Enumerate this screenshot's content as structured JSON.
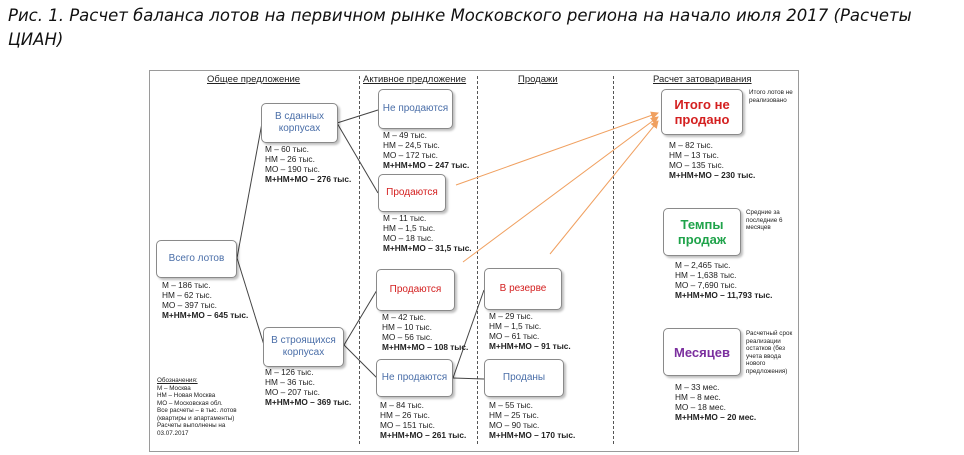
{
  "caption": "Рис. 1. Расчет баланса лотов на первичном рынке Московского региона на начало июля 2017 (Расчеты ЦИАН)",
  "headers": {
    "offer": "Общее предложение",
    "active": "Активное предложение",
    "sales": "Продажи",
    "overstock": "Расчет затоваривания"
  },
  "boxes": {
    "total": "Всего лотов",
    "built": "В сданных корпусах",
    "construction": "В строящихся корпусах",
    "built_not_selling": "Не продаются",
    "built_selling": "Продаются",
    "constr_selling": "Продаются",
    "constr_not_selling": "Не продаются",
    "reserve": "В резерве",
    "sold": "Проданы",
    "unsold": "Итого не продано",
    "rate": "Темпы продаж",
    "months": "Месяцев"
  },
  "colors": {
    "blue_text": "#4a6ea8",
    "red_text": "#d42020",
    "green_text": "#1fa34a",
    "purple_text": "#7b2f9e",
    "arrow": "#f0a060"
  },
  "stats": {
    "total": [
      "М – 186 тыс.",
      "НМ – 62 тыс.",
      "МО – 397 тыс.",
      "М+НМ+МО  – 645 тыс."
    ],
    "built": [
      "М – 60 тыс.",
      "НМ – 26 тыс.",
      "МО – 190 тыс.",
      "М+НМ+МО  – 276 тыс."
    ],
    "construction": [
      "М – 126 тыс.",
      "НМ – 36 тыс.",
      "МО – 207 тыс.",
      "М+НМ+МО  – 369 тыс."
    ],
    "built_not_selling": [
      "М – 49 тыс.",
      "НМ – 24,5 тыс.",
      "МО – 172 тыс.",
      "М+НМ+МО  – 247 тыс."
    ],
    "built_selling": [
      "М – 11 тыс.",
      "НМ – 1,5 тыс.",
      "МО – 18 тыс.",
      "М+НМ+МО  – 31,5 тыс."
    ],
    "constr_selling": [
      "М – 42 тыс.",
      "НМ – 10 тыс.",
      "МО – 56 тыс.",
      "М+НМ+МО  – 108 тыс."
    ],
    "constr_not_selling": [
      "М – 84 тыс.",
      "НМ – 26 тыс.",
      "МО – 151 тыс.",
      "М+НМ+МО  – 261 тыс."
    ],
    "reserve": [
      "М – 29 тыс.",
      "НМ – 1,5 тыс.",
      "МО – 61 тыс.",
      "М+НМ+МО  – 91 тыс."
    ],
    "sold": [
      "М – 55 тыс.",
      "НМ – 25 тыс.",
      "МО – 90 тыс.",
      "М+НМ+МО  – 170 тыс."
    ],
    "unsold": [
      "М – 82 тыс.",
      "НМ – 13 тыс.",
      "МО – 135 тыс.",
      "М+НМ+МО  – 230 тыс."
    ],
    "rate": [
      "М – 2,465 тыс.",
      "НМ – 1,638 тыс.",
      "МО – 7,690 тыс.",
      "М+НМ+МО  – 11,793 тыс."
    ],
    "months": [
      "М – 33 мес.",
      "НМ – 8 мес.",
      "МО – 18 мес.",
      "М+НМ+МО  – 20 мес."
    ]
  },
  "notes": {
    "unsold": "Итого лотов не реализовано",
    "rate": "Средние за последние 6 месяцев",
    "months": "Расчетный срок реализации остатков (без учета ввода нового предложения)"
  },
  "legend": {
    "title": "Обозначения:",
    "lines": [
      "М – Москва",
      "НМ – Новая Москва",
      "МО – Московская обл.",
      "Все расчеты – в тыс. лотов (квартиры и апартаменты)",
      "Расчеты выполнены на 03.07.2017"
    ]
  }
}
